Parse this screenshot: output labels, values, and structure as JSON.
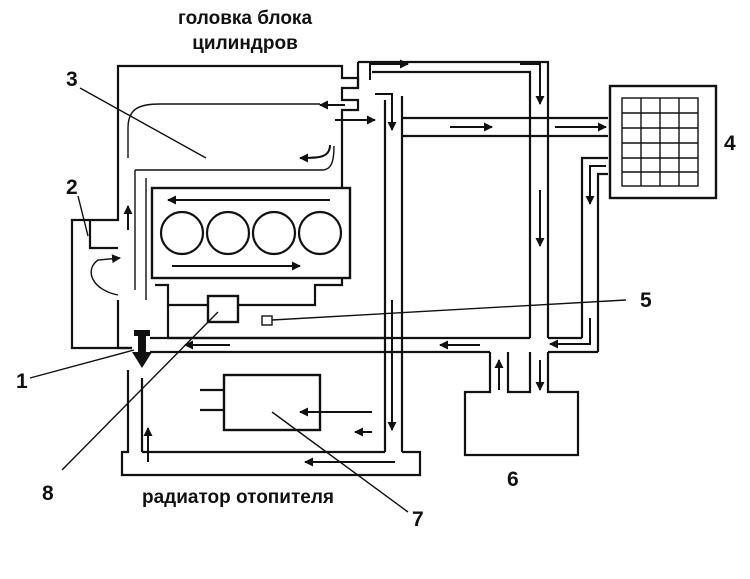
{
  "labels": {
    "head_line1": "головка блока",
    "head_line2": "цилиндров",
    "heater_radiator": "радиатор отопителя"
  },
  "callouts": [
    "1",
    "2",
    "3",
    "4",
    "5",
    "6",
    "7",
    "8"
  ],
  "colors": {
    "ink": "#111111",
    "paper": "#ffffff"
  }
}
